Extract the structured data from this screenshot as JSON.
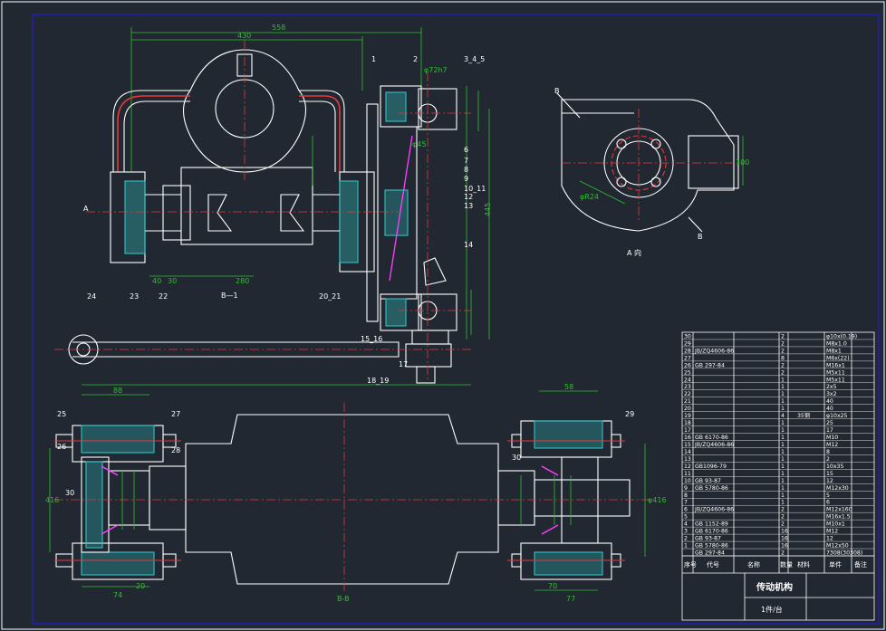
{
  "colors": {
    "background": "#222831",
    "frame": "#1e1ed2",
    "outline": "#ffffff",
    "dimension": "#2fbf2f",
    "centerline": "#e23a3a",
    "hatch": "#2ec4c4",
    "section": "#ff40ff",
    "leader": "#ffffff",
    "table_text": "#ffffff"
  },
  "dims": {
    "d558": "558",
    "d430": "430",
    "d280": "280",
    "d40": "40",
    "d30": "30",
    "d445": "445",
    "dphi45": "φ45",
    "dphi72": "φ72h7",
    "dR": "φR24",
    "d100": "100",
    "d88": "88",
    "d58": "58",
    "d74": "74",
    "d77": "77",
    "d70": "70",
    "d20": "20",
    "d416": "416",
    "d416b": "φ416"
  },
  "labels": {
    "n1": "1",
    "n2": "2",
    "n345": "3_4_5",
    "n6": "6",
    "n7": "7",
    "n8": "8",
    "n9": "9",
    "n1011": "10_11",
    "n12": "12",
    "n13": "13",
    "n14": "14",
    "n1516": "15_16",
    "n17": "17",
    "n1819": "18_19",
    "n2021": "20_21",
    "n22": "22",
    "n23": "23",
    "n24": "24",
    "n25": "25",
    "n26": "26",
    "n27": "27",
    "n28": "28",
    "n29": "29",
    "n30a": "30",
    "n30b": "30",
    "viewA": "A",
    "viewAsec": "A 向",
    "viewB": "B",
    "viewBB": "B-B",
    "viewBtop": "B—1",
    "markB": "B"
  },
  "title_block": {
    "name": "传动机构",
    "sub": "1件/台",
    "head_no": "序号",
    "head_code": "代号",
    "head_name": "名称",
    "head_qty": "数量",
    "head_material": "材料",
    "head_weight": "单件",
    "head_note": "备注",
    "rows": [
      {
        "no": "30",
        "code": "",
        "name": "",
        "qty": "2",
        "mat": "",
        "note": "φ10x(0.19)"
      },
      {
        "no": "29",
        "code": "",
        "name": "",
        "qty": "2",
        "mat": "",
        "note": "M8x1.0"
      },
      {
        "no": "28",
        "code": "JB/ZQ4606-86",
        "name": "",
        "qty": "2",
        "mat": "",
        "note": "M8x1"
      },
      {
        "no": "27",
        "code": "",
        "name": "",
        "qty": "8",
        "mat": "",
        "note": "M6x(22)"
      },
      {
        "no": "26",
        "code": "GB 297-84",
        "name": "",
        "qty": "2",
        "mat": "",
        "note": "M16x1"
      },
      {
        "no": "25",
        "code": "",
        "name": "",
        "qty": "2",
        "mat": "",
        "note": "M5x11"
      },
      {
        "no": "24",
        "code": "",
        "name": "",
        "qty": "1",
        "mat": "",
        "note": "M5x11"
      },
      {
        "no": "23",
        "code": "",
        "name": "",
        "qty": "1",
        "mat": "",
        "note": "2x5"
      },
      {
        "no": "22",
        "code": "",
        "name": "",
        "qty": "1",
        "mat": "",
        "note": "3x2"
      },
      {
        "no": "21",
        "code": "",
        "name": "",
        "qty": "1",
        "mat": "",
        "note": "40"
      },
      {
        "no": "20",
        "code": "",
        "name": "",
        "qty": "1",
        "mat": "",
        "note": "40"
      },
      {
        "no": "19",
        "code": "",
        "name": "",
        "qty": "4",
        "mat": "35钢",
        "note": "φ10x25"
      },
      {
        "no": "18",
        "code": "",
        "name": "",
        "qty": "1",
        "mat": "",
        "note": "25"
      },
      {
        "no": "17",
        "code": "",
        "name": "",
        "qty": "1",
        "mat": "",
        "note": "17"
      },
      {
        "no": "16",
        "code": "GB 6170-86",
        "name": "",
        "qty": "1",
        "mat": "",
        "note": "M10"
      },
      {
        "no": "15",
        "code": "JB/ZQ4606-86",
        "name": "",
        "qty": "1",
        "mat": "",
        "note": "M12"
      },
      {
        "no": "14",
        "code": "",
        "name": "",
        "qty": "1",
        "mat": "",
        "note": "8"
      },
      {
        "no": "13",
        "code": "",
        "name": "",
        "qty": "1",
        "mat": "",
        "note": "2"
      },
      {
        "no": "12",
        "code": "GB1096-79",
        "name": "",
        "qty": "1",
        "mat": "",
        "note": "10x35"
      },
      {
        "no": "11",
        "code": "",
        "name": "",
        "qty": "1",
        "mat": "",
        "note": "15"
      },
      {
        "no": "10",
        "code": "GB 93-87",
        "name": "",
        "qty": "1",
        "mat": "",
        "note": "12"
      },
      {
        "no": "9",
        "code": "GB 5780-86",
        "name": "",
        "qty": "1",
        "mat": "",
        "note": "M12x30"
      },
      {
        "no": "8",
        "code": "",
        "name": "",
        "qty": "1",
        "mat": "",
        "note": "5"
      },
      {
        "no": "7",
        "code": "",
        "name": "",
        "qty": "1",
        "mat": "",
        "note": "6"
      },
      {
        "no": "6",
        "code": "JB/ZQ4606-86",
        "name": "",
        "qty": "2",
        "mat": "",
        "note": "M12x160"
      },
      {
        "no": "5",
        "code": "",
        "name": "",
        "qty": "2",
        "mat": "",
        "note": "M16x1.5"
      },
      {
        "no": "4",
        "code": "GB 1152-89",
        "name": "",
        "qty": "2",
        "mat": "",
        "note": "M10x1"
      },
      {
        "no": "3",
        "code": "GB 6170-86",
        "name": "",
        "qty": "16",
        "mat": "",
        "note": "M12"
      },
      {
        "no": "2",
        "code": "GB 93-87",
        "name": "",
        "qty": "16",
        "mat": "",
        "note": "12"
      },
      {
        "no": "1",
        "code": "GB 5780-86",
        "name": "",
        "qty": "16",
        "mat": "",
        "note": "M12x50"
      },
      {
        "no": "",
        "code": "GB 297-84",
        "name": "",
        "qty": "2",
        "mat": "",
        "note": "7308(30308)"
      }
    ]
  }
}
